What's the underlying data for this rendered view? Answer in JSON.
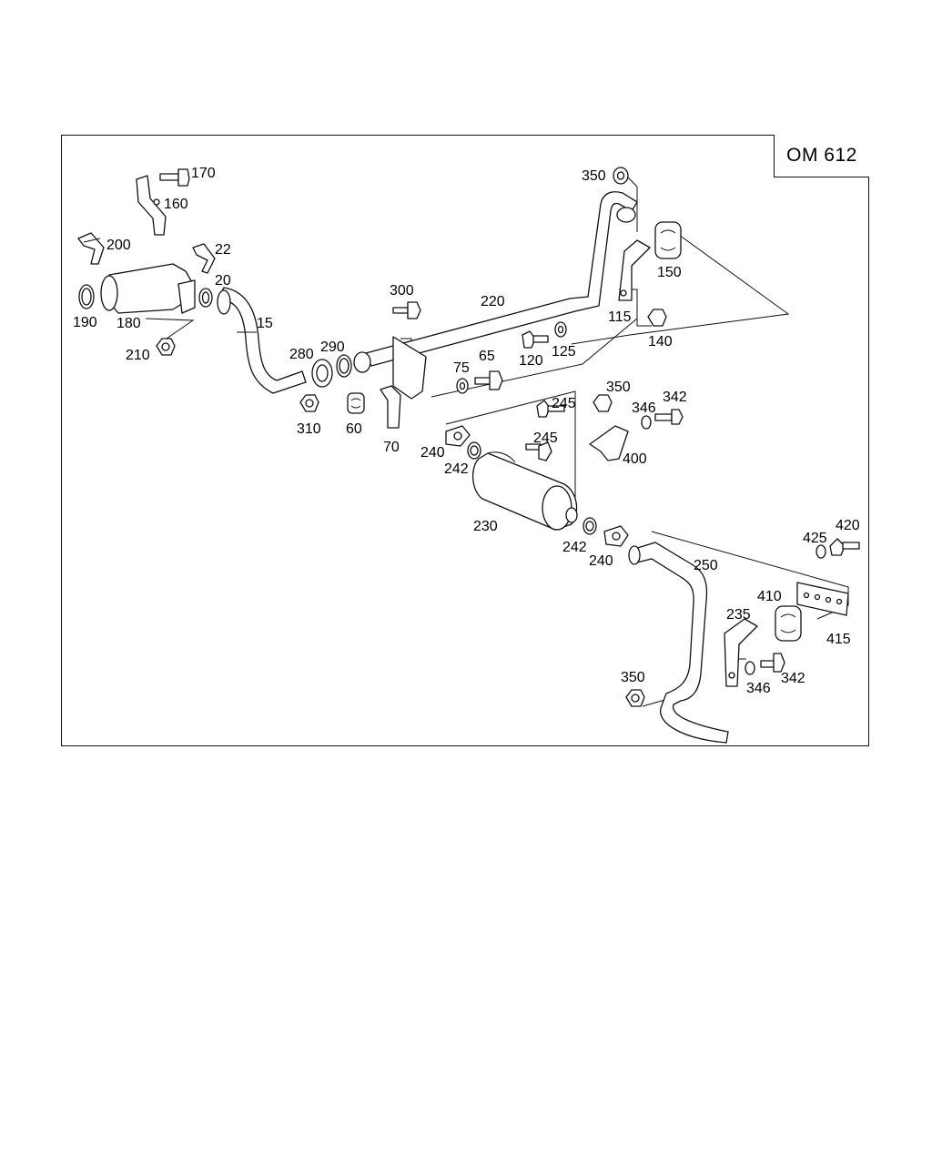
{
  "model_label": "OM 612",
  "callouts": [
    {
      "id": "c170",
      "text": "170"
    },
    {
      "id": "c160",
      "text": "160"
    },
    {
      "id": "c200",
      "text": "200"
    },
    {
      "id": "c22",
      "text": "22"
    },
    {
      "id": "c20",
      "text": "20"
    },
    {
      "id": "c190",
      "text": "190"
    },
    {
      "id": "c180",
      "text": "180"
    },
    {
      "id": "c15",
      "text": "15"
    },
    {
      "id": "c210",
      "text": "210"
    },
    {
      "id": "c300",
      "text": "300"
    },
    {
      "id": "c220",
      "text": "220"
    },
    {
      "id": "c350a",
      "text": "350"
    },
    {
      "id": "c150",
      "text": "150"
    },
    {
      "id": "c115",
      "text": "115"
    },
    {
      "id": "c140",
      "text": "140"
    },
    {
      "id": "c280",
      "text": "280"
    },
    {
      "id": "c290",
      "text": "290"
    },
    {
      "id": "c75",
      "text": "75"
    },
    {
      "id": "c65",
      "text": "65"
    },
    {
      "id": "c120",
      "text": "120"
    },
    {
      "id": "c125",
      "text": "125"
    },
    {
      "id": "c310",
      "text": "310"
    },
    {
      "id": "c60",
      "text": "60"
    },
    {
      "id": "c70",
      "text": "70"
    },
    {
      "id": "c350b",
      "text": "350"
    },
    {
      "id": "c245a",
      "text": "245"
    },
    {
      "id": "c346a",
      "text": "346"
    },
    {
      "id": "c342a",
      "text": "342"
    },
    {
      "id": "c400",
      "text": "400"
    },
    {
      "id": "c240a",
      "text": "240"
    },
    {
      "id": "c245b",
      "text": "245"
    },
    {
      "id": "c242a",
      "text": "242"
    },
    {
      "id": "c230",
      "text": "230"
    },
    {
      "id": "c242b",
      "text": "242"
    },
    {
      "id": "c240b",
      "text": "240"
    },
    {
      "id": "c250",
      "text": "250"
    },
    {
      "id": "c425",
      "text": "425"
    },
    {
      "id": "c420",
      "text": "420"
    },
    {
      "id": "c410",
      "text": "410"
    },
    {
      "id": "c235",
      "text": "235"
    },
    {
      "id": "c415",
      "text": "415"
    },
    {
      "id": "c350c",
      "text": "350"
    },
    {
      "id": "c346b",
      "text": "346"
    },
    {
      "id": "c342b",
      "text": "342"
    }
  ]
}
